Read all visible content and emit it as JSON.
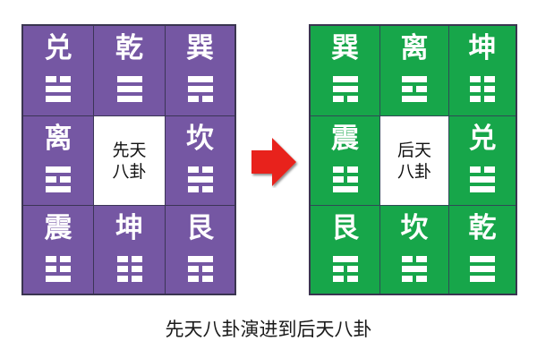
{
  "left_diagram": {
    "title": "先天八卦",
    "color": "#7557a3",
    "cells": [
      {
        "name": "兑",
        "lines": [
          "yin",
          "yang",
          "yang"
        ]
      },
      {
        "name": "乾",
        "lines": [
          "yang",
          "yang",
          "yang"
        ]
      },
      {
        "name": "巽",
        "lines": [
          "yang",
          "yang",
          "yin"
        ]
      },
      {
        "name": "离",
        "lines": [
          "yang",
          "yin",
          "yang"
        ]
      },
      {
        "center": "先天八卦"
      },
      {
        "name": "坎",
        "lines": [
          "yin",
          "yang",
          "yin"
        ]
      },
      {
        "name": "震",
        "lines": [
          "yin",
          "yin",
          "yang"
        ]
      },
      {
        "name": "坤",
        "lines": [
          "yin",
          "yin",
          "yin"
        ]
      },
      {
        "name": "艮",
        "lines": [
          "yang",
          "yin",
          "yin"
        ]
      }
    ]
  },
  "right_diagram": {
    "title": "后天八卦",
    "color": "#17a64a",
    "cells": [
      {
        "name": "巽",
        "lines": [
          "yang",
          "yang",
          "yin"
        ]
      },
      {
        "name": "离",
        "lines": [
          "yang",
          "yin",
          "yang"
        ]
      },
      {
        "name": "坤",
        "lines": [
          "yin",
          "yin",
          "yin"
        ]
      },
      {
        "name": "震",
        "lines": [
          "yin",
          "yin",
          "yang"
        ]
      },
      {
        "center": "后天八卦"
      },
      {
        "name": "兑",
        "lines": [
          "yin",
          "yang",
          "yang"
        ]
      },
      {
        "name": "艮",
        "lines": [
          "yang",
          "yin",
          "yin"
        ]
      },
      {
        "name": "坎",
        "lines": [
          "yin",
          "yang",
          "yin"
        ]
      },
      {
        "name": "乾",
        "lines": [
          "yang",
          "yang",
          "yang"
        ]
      }
    ]
  },
  "arrow": {
    "icon": "right-arrow-icon",
    "color": "#e8201c"
  },
  "caption": "先天八卦演进到后天八卦"
}
